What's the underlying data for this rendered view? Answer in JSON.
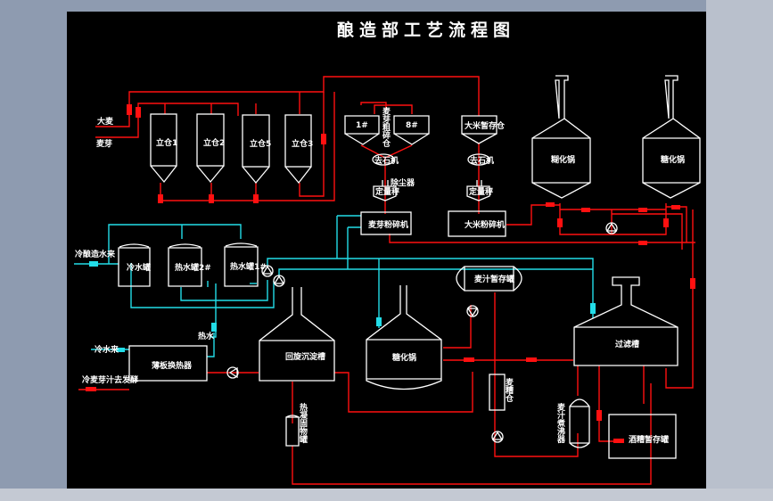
{
  "title": "酿造部工艺流程图",
  "colors": {
    "background": "#000000",
    "equipment": "#ffffff",
    "product_line": "#ff1010",
    "water_line": "#22dde8"
  },
  "inputs": {
    "barley": "大麦",
    "malt": "麦芽",
    "cold_water": "冷水来",
    "process_water": "冷酿造水来",
    "hot_water": "热水",
    "cold_wort_out": "冷麦芽汁去发酵"
  },
  "silos": [
    "立仓1",
    "立仓2",
    "立仓5",
    "立仓3"
  ],
  "hoppers": {
    "h1": "1#",
    "h2": "8#",
    "malt_vertical": "麦芽粗碎仓",
    "rice": "大米暂存仓"
  },
  "stoners": {
    "malt": "去石机",
    "rice": "去石机"
  },
  "meters": {
    "malt": "定量秤",
    "rice": "定量秤",
    "dust": "除尘器"
  },
  "mills": {
    "malt": "麦芽粉碎机",
    "rice": "大米粉碎机"
  },
  "tanks": {
    "wort_tank1": "糊化锅",
    "wort_tank2": "糖化锅",
    "cold_water_tank": "冷水罐",
    "hot_water_tank2": "热水罐2#",
    "hot_water_tank1": "热水罐1#"
  },
  "vessels": {
    "whirlpool": "回旋沉淀槽",
    "mash_tun": "糖化锅",
    "lauter": "过滤槽",
    "wort_buffer": "麦汁暂存罐",
    "heat_exchanger": "薄板换热器",
    "hop_separator": "热凝固物罐",
    "wort_heater": "麦汁煮沸器",
    "spent_grain": "酒糟暂存罐",
    "grain_tank": "麦糟仓"
  }
}
